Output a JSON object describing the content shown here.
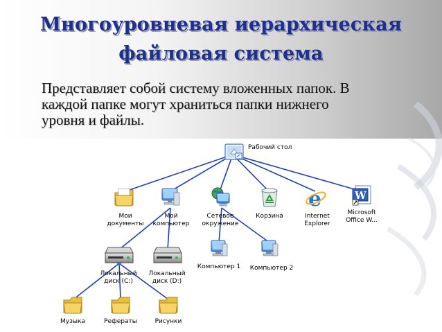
{
  "title": {
    "line1": "Многоуровневая иерархическая",
    "line2": "файловая система"
  },
  "subtitle": {
    "lines": [
      "Представляет собой систему вложенных папок. В",
      "каждой папке могут храниться папки нижнего",
      "уровня и файлы."
    ]
  },
  "tree": {
    "root": {
      "label": "Рабочий стол",
      "icon": "desktop-icon"
    },
    "level1": [
      {
        "lines": [
          "Мои",
          "документы"
        ],
        "icon": "my-documents-folder-icon"
      },
      {
        "lines": [
          "Мой",
          "компьютер"
        ],
        "icon": "my-computer-icon"
      },
      {
        "lines": [
          "Сетевое",
          "окружение"
        ],
        "icon": "network-places-icon"
      },
      {
        "lines": [
          "Корзина"
        ],
        "icon": "recycle-bin-icon"
      },
      {
        "lines": [
          "Internet",
          "Explorer"
        ],
        "icon": "internet-explorer-icon"
      },
      {
        "lines": [
          "Microsoft",
          "Office W..."
        ],
        "icon": "word-shortcut-icon"
      }
    ],
    "network": [
      {
        "label": "Компьютер 1",
        "icon": "computer-icon"
      },
      {
        "label": "Компьютер 2",
        "icon": "computer-icon"
      }
    ],
    "drives": [
      {
        "lines": [
          "Локальный",
          "диск (C:)"
        ],
        "icon": "hard-drive-icon"
      },
      {
        "lines": [
          "Локальный",
          "диск (D:)"
        ],
        "icon": "hard-drive-icon"
      }
    ],
    "folders": [
      {
        "label": "Музыка",
        "icon": "folder-icon"
      },
      {
        "label": "Рефераты",
        "icon": "folder-icon"
      },
      {
        "label": "Рисунки",
        "icon": "folder-icon"
      }
    ]
  },
  "colors": {
    "title": "#1f2f8f",
    "connector": "#1f3fb0",
    "folder": "#f4cf5a"
  }
}
